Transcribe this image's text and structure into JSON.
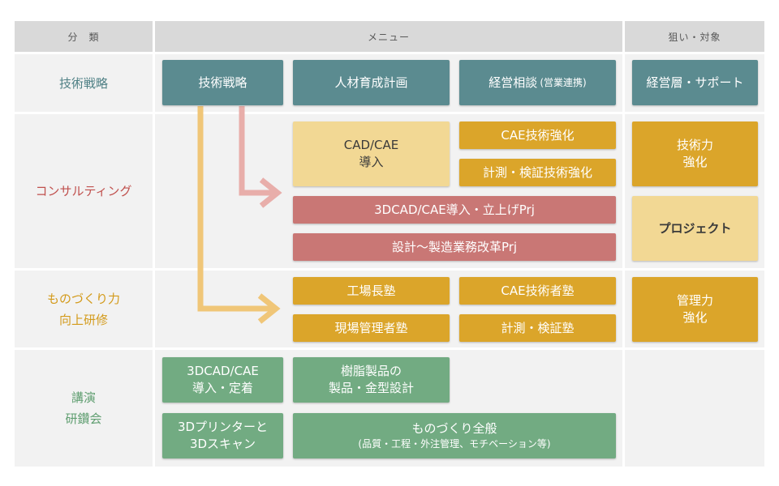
{
  "header": {
    "col_category": "分　類",
    "col_menu": "メニュー",
    "col_target": "狙い・対象"
  },
  "categories": {
    "strategy": "技術戦略",
    "consulting": "コンサルティング",
    "monozukuri": "ものづくり力\n向上研修",
    "lecture": "講演\n研鑽会"
  },
  "category_colors": {
    "strategy": "#4f8085",
    "consulting": "#c0504d",
    "monozukuri": "#d39a1a",
    "lecture": "#5f9e70"
  },
  "menu": {
    "strategy": {
      "gijutsu_senryaku": "技術戦略",
      "jinzai": "人材育成計画",
      "keiei_soudan": "経営相談",
      "keiei_soudan_sub": "(営業連携)"
    },
    "consulting": {
      "cad_cae": "CAD/CAE\n導入",
      "cae_kyouka": "CAE技術強化",
      "keisoku": "計測・検証技術強化",
      "prj_3dcad": "3DCAD/CAE導入・立上げPrj",
      "prj_sekkei": "設計～製造業務改革Prj"
    },
    "monozukuri": {
      "koujouchou": "工場長塾",
      "cae_juku": "CAE技術者塾",
      "genba": "現場管理者塾",
      "keisoku_juku": "計測・検証塾"
    },
    "lecture": {
      "cad_teichaku": "3DCAD/CAE\n導入・定着",
      "jushi": "樹脂製品の\n製品・金型設計",
      "printer": "3Dプリンターと\n3Dスキャン",
      "zenpan": "ものづくり全般",
      "zenpan_sub": "(品質・工程・外注管理、モチベーション等)"
    }
  },
  "targets": {
    "keieisou": "経営層・サポート",
    "gijutsuryoku": "技術力\n強化",
    "project": "プロジェクト",
    "kanriryoku": "管理力\n強化"
  },
  "arrow_colors": {
    "pink": "#e8aeaa",
    "gold": "#f0c678"
  }
}
